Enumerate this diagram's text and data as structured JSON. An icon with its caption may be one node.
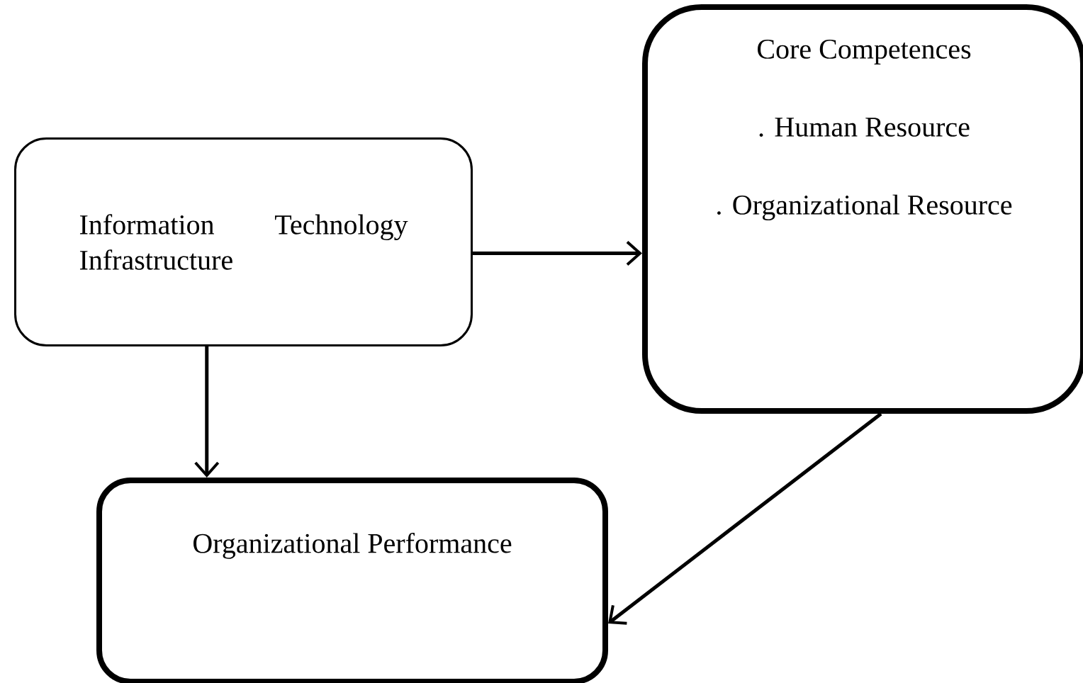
{
  "diagram": {
    "nodes": [
      {
        "text": [
          "Information Technology Infrastructure"
        ]
      },
      {
        "text": [
          "Core Competences",
          ". Human Resource",
          ". Organizational Resource"
        ]
      },
      {
        "text": [
          "Organizational Performance"
        ]
      }
    ],
    "edges": [
      {
        "from": 0,
        "to": 1,
        "arrow": "to"
      },
      {
        "from": 0,
        "to": 2,
        "arrow": "to"
      },
      {
        "from": 1,
        "to": 2,
        "arrow": "to"
      }
    ]
  }
}
